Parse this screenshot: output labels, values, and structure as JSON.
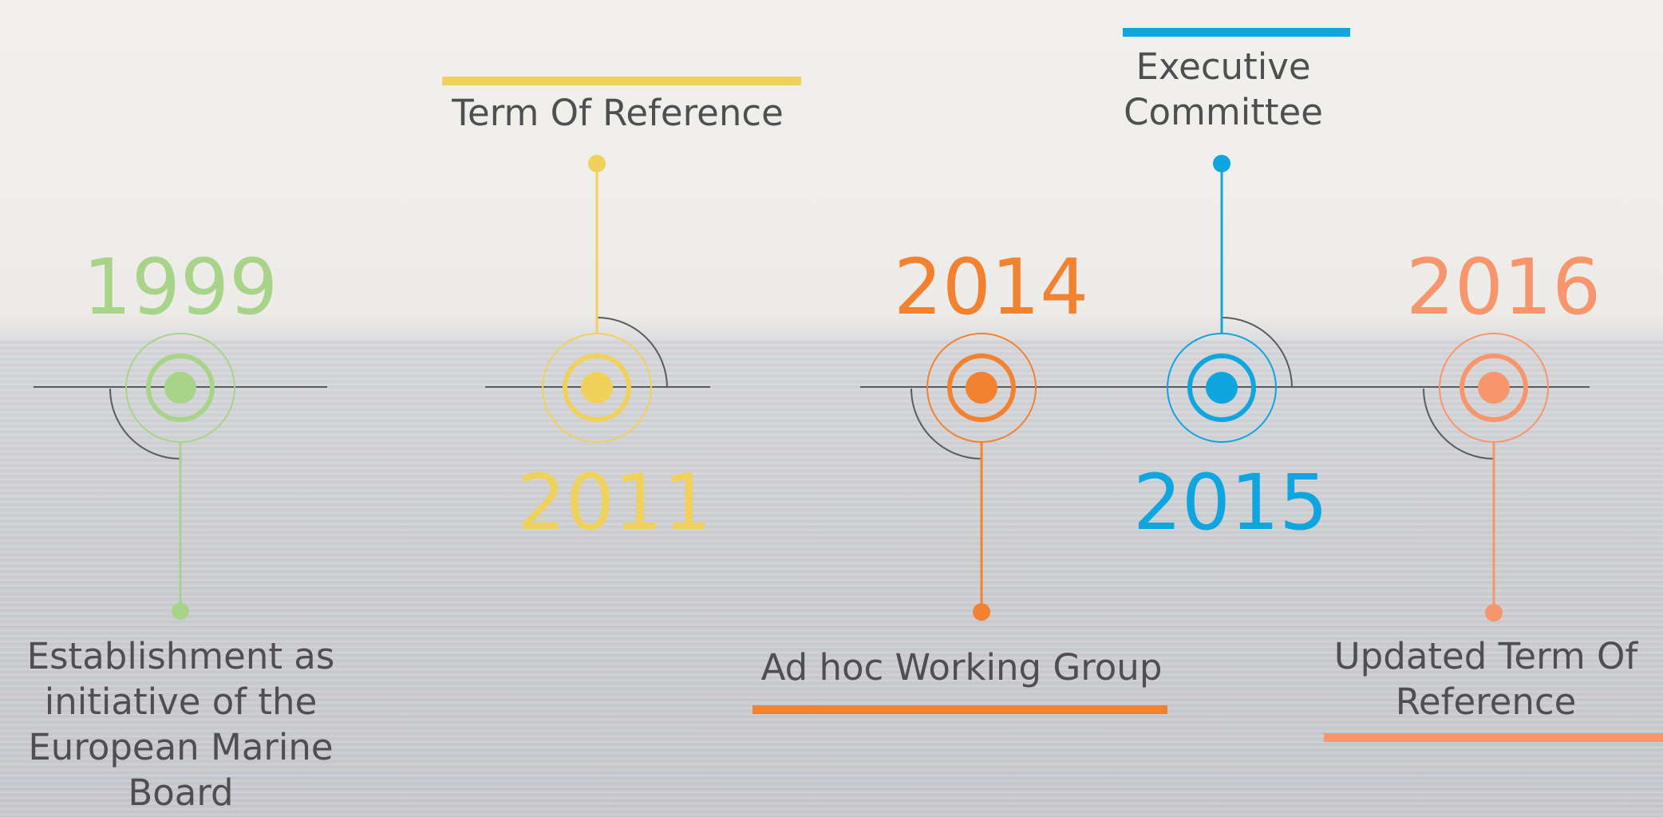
{
  "colors": {
    "green": "#a8d48a",
    "yellow": "#efd15c",
    "orange": "#f28230",
    "blue": "#0fa5de",
    "salmon": "#f7956d",
    "line": "#5a5b5d",
    "text": "#4f4f51"
  },
  "events": [
    {
      "year": "1999",
      "label": "Establishment as initiative of the European Marine Board",
      "color": "#a8d48a"
    },
    {
      "year": "2011",
      "label": "Term Of Reference",
      "color": "#efd15c"
    },
    {
      "year": "2014",
      "label": "Ad hoc Working Group",
      "color": "#f28230"
    },
    {
      "year": "2015",
      "label": "Executive Committee",
      "color": "#0fa5de"
    },
    {
      "year": "2016",
      "label": "Updated Term Of Reference",
      "color": "#f7956d"
    }
  ]
}
